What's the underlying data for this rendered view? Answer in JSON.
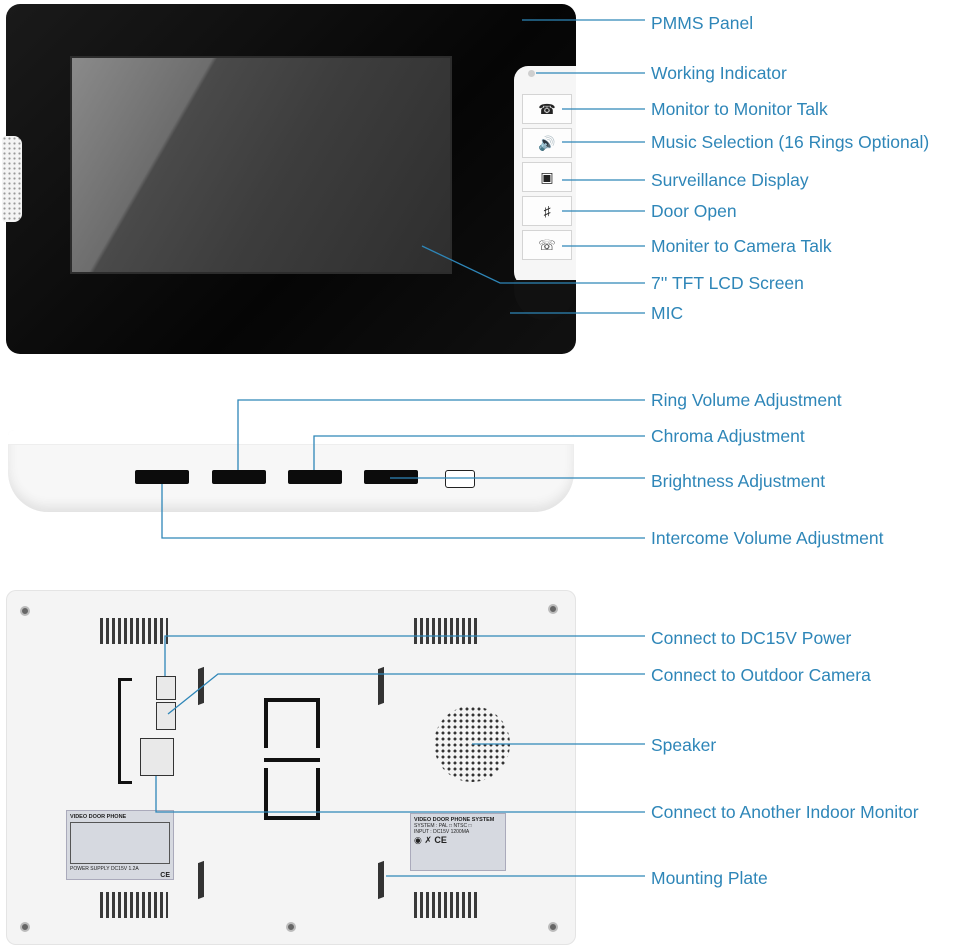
{
  "callouts_front": [
    {
      "id": "pmms",
      "text": "PMMS Panel"
    },
    {
      "id": "working",
      "text": "Working Indicator"
    },
    {
      "id": "m2m",
      "text": "Monitor to Monitor Talk"
    },
    {
      "id": "music",
      "text": "Music Selection (16 Rings Optional)"
    },
    {
      "id": "surv",
      "text": "Surveillance Display"
    },
    {
      "id": "door",
      "text": "Door Open"
    },
    {
      "id": "m2c",
      "text": "Moniter to Camera Talk"
    },
    {
      "id": "lcd",
      "text": "7'' TFT LCD Screen"
    },
    {
      "id": "mic",
      "text": "MIC"
    }
  ],
  "callouts_bottom": [
    {
      "id": "ring",
      "text": "Ring Volume Adjustment"
    },
    {
      "id": "chroma",
      "text": "Chroma Adjustment"
    },
    {
      "id": "bright",
      "text": "Brightness Adjustment"
    },
    {
      "id": "intercom",
      "text": "Intercome Volume Adjustment"
    }
  ],
  "callouts_back": [
    {
      "id": "dc",
      "text": "Connect to DC15V Power"
    },
    {
      "id": "outdoor",
      "text": "Connect to Outdoor Camera"
    },
    {
      "id": "speaker",
      "text": "Speaker"
    },
    {
      "id": "another",
      "text": "Connect to Another Indoor Monitor"
    },
    {
      "id": "mount",
      "text": "Mounting Plate"
    }
  ],
  "back_label_right": {
    "title": "VIDEO DOOR PHONE SYSTEM",
    "system": "SYSTEM : PAL",
    "ntsc": "NTSC",
    "input": "INPUT : DC15V",
    "current": "1200MA",
    "ce": "CE"
  },
  "back_label_left": {
    "title": "VIDEO DOOR PHONE",
    "power": "POWER SUPPLY DC15V 1.2A",
    "ce": "CE"
  },
  "colors": {
    "accent": "#2e86b8",
    "device_black": "#0a0a0a",
    "device_white": "#f4f4f4"
  }
}
